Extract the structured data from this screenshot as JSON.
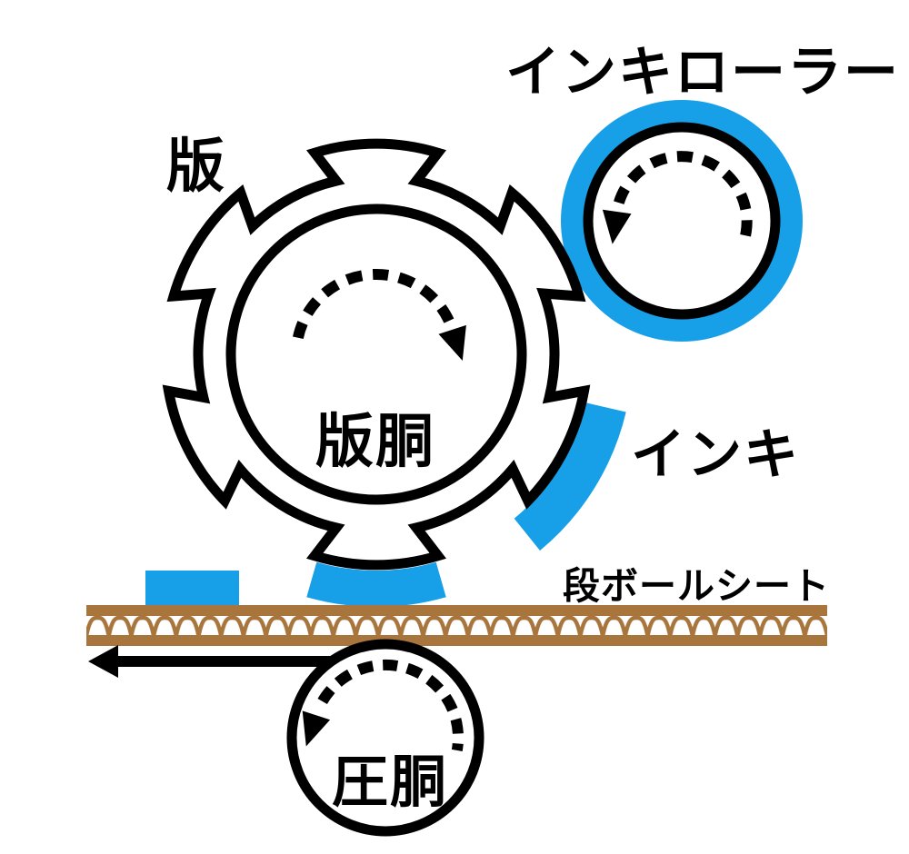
{
  "labels": {
    "plate": "版",
    "plate_cylinder": "版胴",
    "ink_roller": "インキローラー",
    "ink": "インキ",
    "cardboard_sheet": "段ボールシート",
    "impression_cylinder": "圧胴"
  },
  "colors": {
    "ink_blue": "#17A0E8",
    "cardboard_brown": "#A8753C",
    "outline_black": "#000000"
  }
}
